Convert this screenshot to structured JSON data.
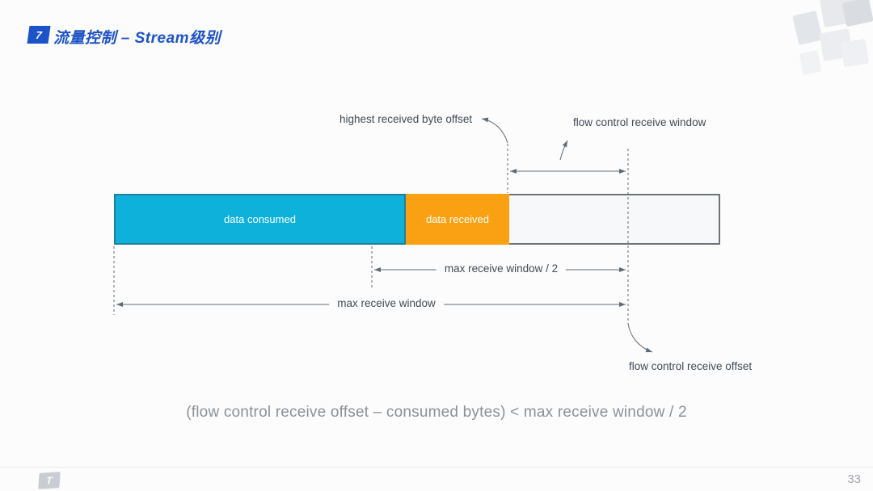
{
  "header": {
    "badge_number": "7",
    "title": "流量控制 – Stream级别"
  },
  "diagram": {
    "segments": [
      {
        "label": "data consumed",
        "color": "#0db1d9"
      },
      {
        "label": "data received",
        "color": "#f9a112"
      }
    ],
    "annotations": {
      "highest_received_byte_offset": "highest received byte offset",
      "flow_control_receive_window": "flow control receive window",
      "max_receive_window_half": "max receive window / 2",
      "max_receive_window": "max receive window",
      "flow_control_receive_offset": "flow control receive offset"
    }
  },
  "formula": "(flow control receive offset – consumed bytes) < max receive window / 2",
  "footer": {
    "logo_glyph": "T",
    "page_number": "33"
  },
  "colors": {
    "accent_blue": "#1d53c8",
    "segment_cyan": "#0db1d9",
    "segment_orange": "#f9a112",
    "bar_border": "#6d7478",
    "line_gray": "#5f6b72",
    "label_text": "#3f4b54",
    "formula_text": "#8b9196"
  }
}
